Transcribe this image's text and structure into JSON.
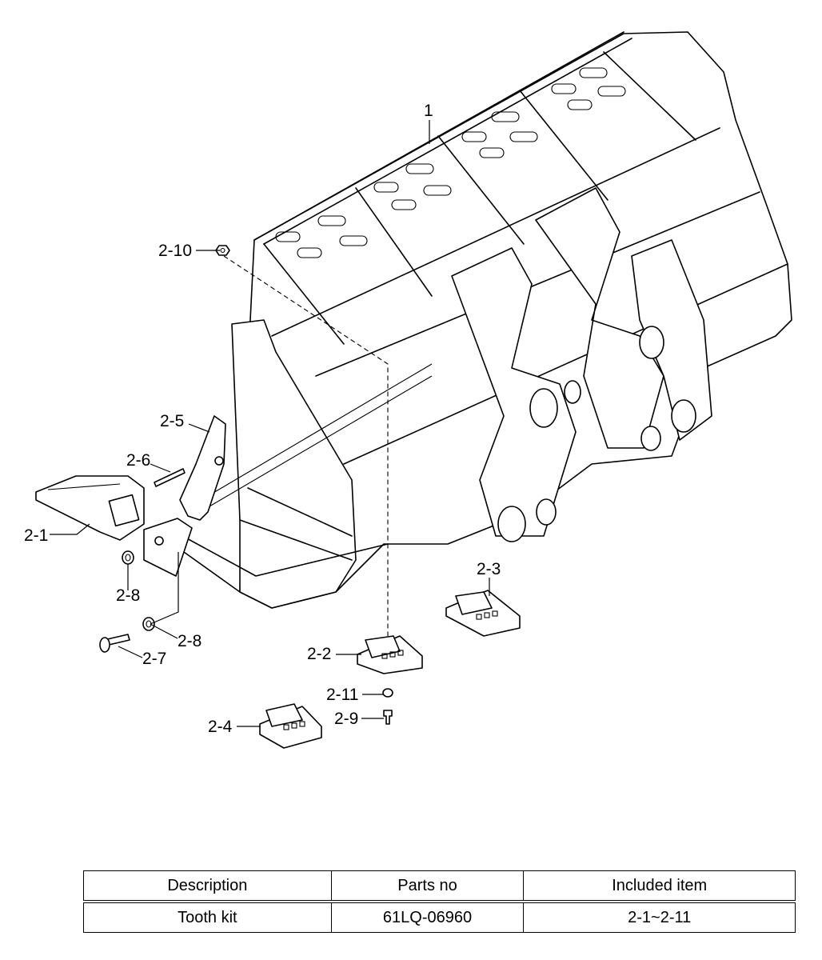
{
  "diagram": {
    "callouts": {
      "c1": "1",
      "c2_1": "2-1",
      "c2_2": "2-2",
      "c2_3": "2-3",
      "c2_4": "2-4",
      "c2_5": "2-5",
      "c2_6": "2-6",
      "c2_7": "2-7",
      "c2_8a": "2-8",
      "c2_8b": "2-8",
      "c2_9": "2-9",
      "c2_10": "2-10",
      "c2_11": "2-11"
    }
  },
  "table": {
    "headers": [
      "Description",
      "Parts no",
      "Included item"
    ],
    "rows": [
      [
        "Tooth kit",
        "61LQ-06960",
        "2-1~2-11"
      ]
    ]
  }
}
